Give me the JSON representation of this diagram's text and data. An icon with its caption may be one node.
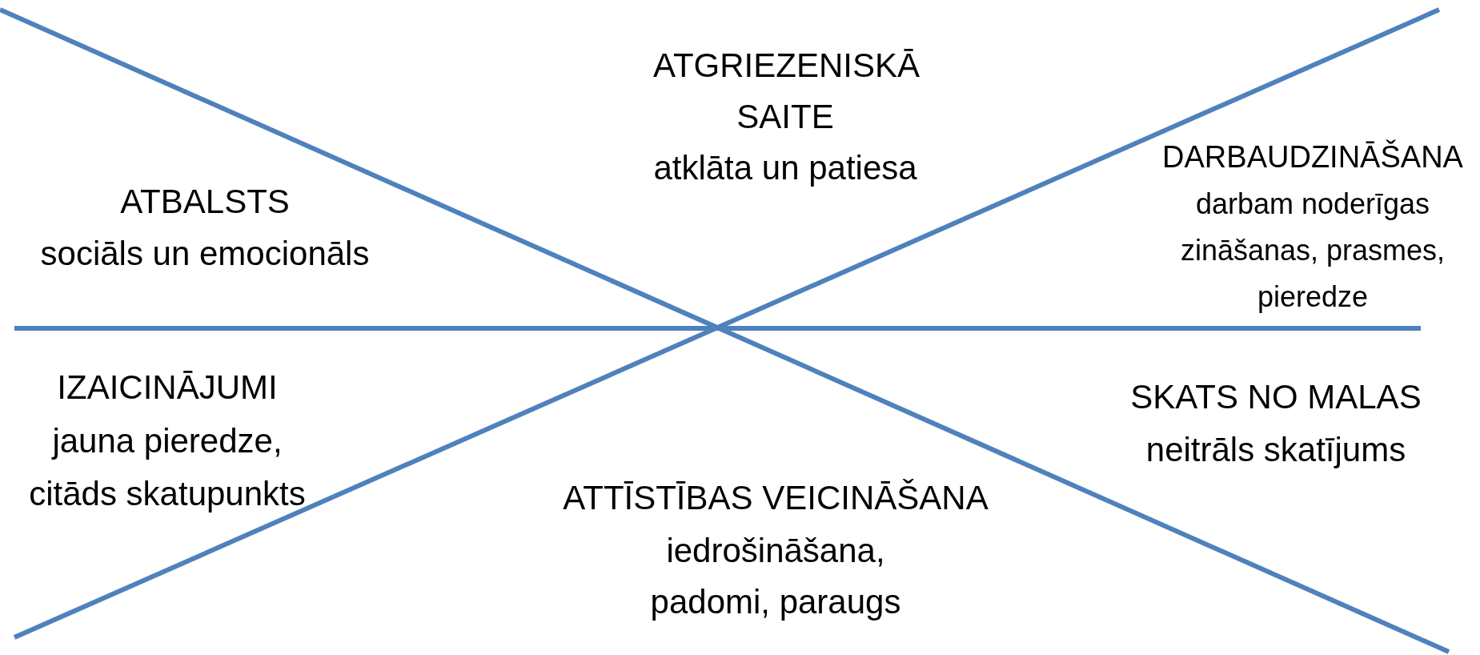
{
  "diagram": {
    "labels": [
      "ATGRIEZENISKĀ SAITE",
      "atklāta un patiesa",
      "ATBALSTS",
      "sociāls un emocionāls",
      "DARBAUDZINĀŠANA",
      "darbam noderīgas zināšanas, prasmes, pieredze",
      "IZAICINĀJUMI",
      "jauna pieredze, citāds skatupunkts",
      "SKATS NO MALAS",
      "neitrāls skatījums",
      "ATTĪSTĪBAS VEICINĀŠANA",
      "iedrošināšana, padomi, paraugs"
    ]
  }
}
